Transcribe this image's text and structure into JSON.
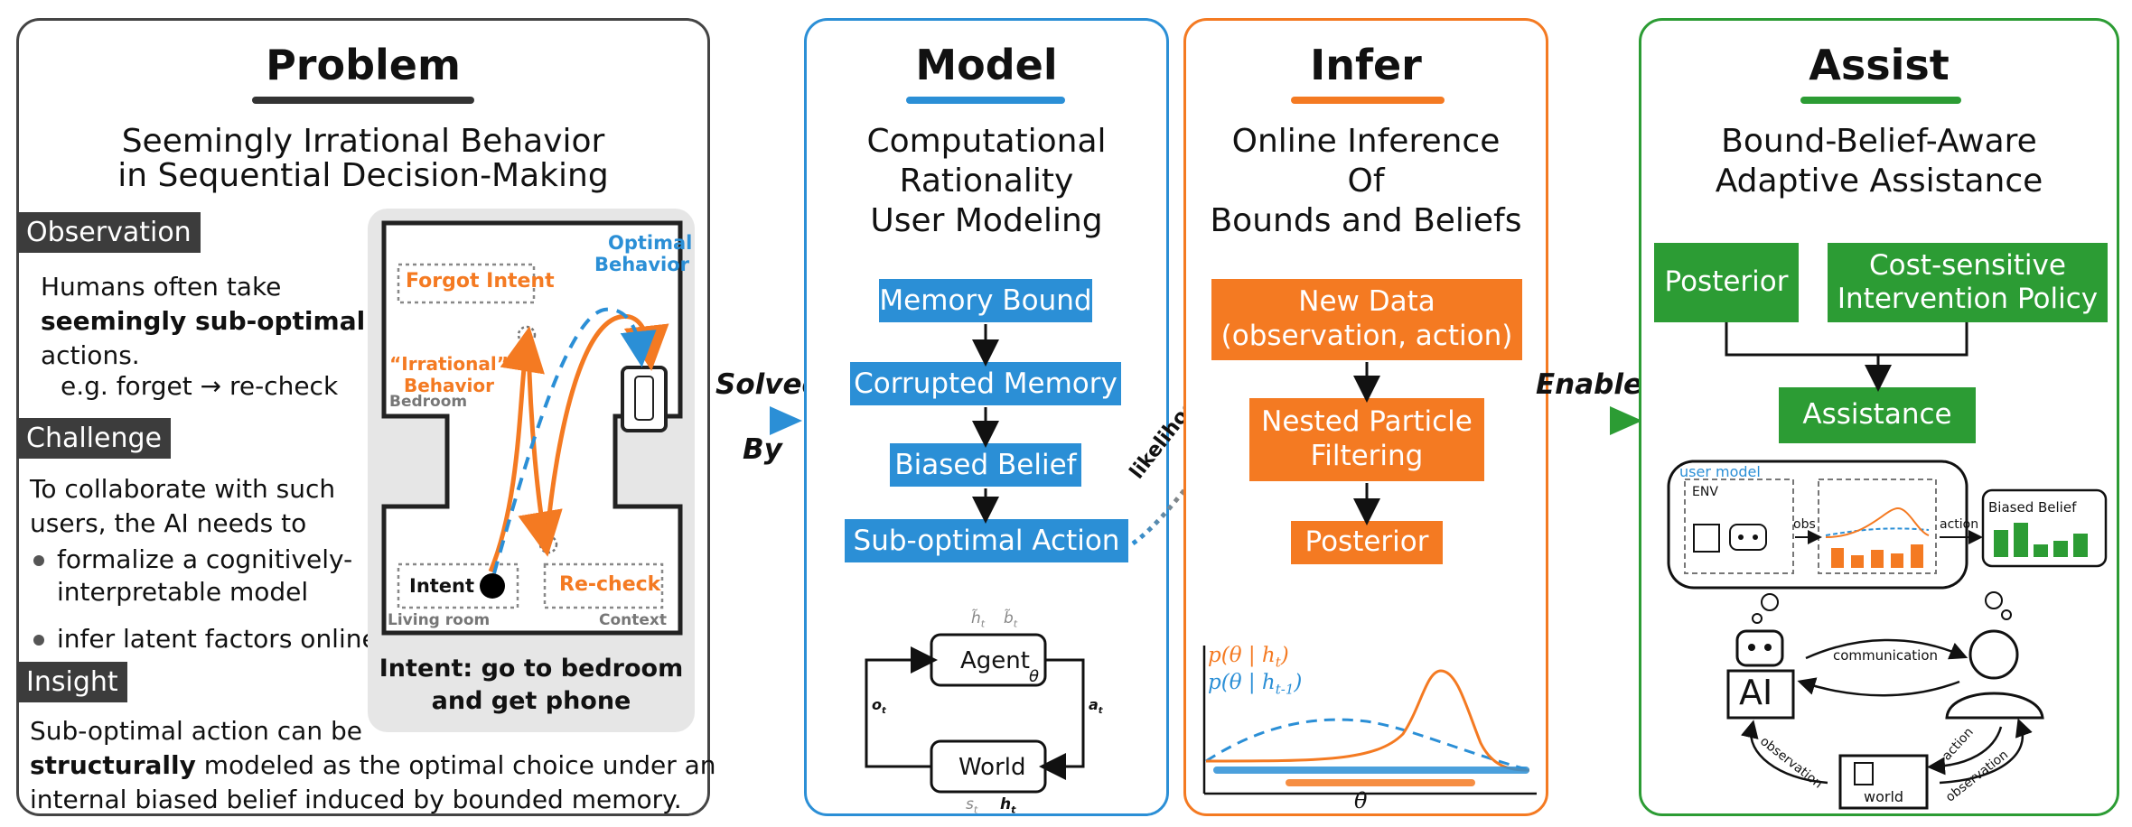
{
  "problem": {
    "title": "Problem",
    "subtitle_line1": "Seemingly Irrational Behavior",
    "subtitle_line2": "in Sequential Decision-Making",
    "observation_tag": "Observation",
    "observation_text1": "Humans often take",
    "observation_bold": "seemingly sub-optimal",
    "observation_text2": "actions.",
    "observation_example": "e.g. forget → re-check",
    "challenge_tag": "Challenge",
    "challenge_line1": "To collaborate with such",
    "challenge_line2": "users, the AI needs to",
    "bullet1_line1": "formalize a cognitively-",
    "bullet1_line2": "interpretable model",
    "bullet2": "infer latent factors online",
    "insight_tag": "Insight",
    "insight_line1": "Sub-optimal action can be",
    "insight_bold": "structurally",
    "insight_line2_rest": "modeled as the optimal choice under an",
    "insight_line3": "internal biased belief induced by bounded memory.",
    "map": {
      "forgot_intent": "Forgot Intent",
      "optimal_line1": "Optimal",
      "optimal_line2": "Behavior",
      "irrational_line1": "“Irrational”",
      "irrational_line2": "Behavior",
      "bedroom": "Bedroom",
      "intent": "Intent",
      "recheck": "Re-check",
      "living_room": "Living room",
      "context": "Context",
      "caption_line1": "Intent: go to bedroom",
      "caption_line2": "and get phone"
    }
  },
  "connector1": {
    "top": "Solved",
    "bottom": "By"
  },
  "model": {
    "title": "Model",
    "subtitle_line1": "Computational",
    "subtitle_line2": "Rationality",
    "subtitle_line3": "User Modeling",
    "boxes": [
      "Memory Bound",
      "Corrupted Memory",
      "Biased Belief",
      "Sub-optimal Action"
    ],
    "agent": "Agent",
    "world": "World",
    "theta": "θ",
    "o_t": "o",
    "a_t": "a",
    "h_tilde": "h̃",
    "b_tilde": "b̃",
    "s_t": "s",
    "h_t": "h",
    "sub_t": "t"
  },
  "likelihood": "likelihood",
  "infer": {
    "title": "Infer",
    "subtitle_line1": "Online Inference",
    "subtitle_line2": "Of",
    "subtitle_line3": "Bounds and Beliefs",
    "box1_line1": "New Data",
    "box1_line2": "(observation,  action)",
    "box2_line1": "Nested Particle",
    "box2_line2": "Filtering",
    "box3": "Posterior",
    "legend1": "p(θ | h",
    "legend1_sub": "t",
    "legend2": "p(θ | h",
    "legend2_sub": "t-1",
    "xlabel": "θ"
  },
  "connector2": {
    "label": "Enables"
  },
  "assist": {
    "title": "Assist",
    "subtitle_line1": "Bound-Belief-Aware",
    "subtitle_line2": "Adaptive Assistance",
    "posterior": "Posterior",
    "policy_line1": "Cost-sensitive",
    "policy_line2": "Intervention Policy",
    "assistance": "Assistance",
    "user_model": "user model",
    "env": "ENV",
    "obs": "obs",
    "action": "action",
    "biased_belief": "Biased Belief",
    "ai": "AI",
    "communication": "communication",
    "observation_left": "observation",
    "action_right": "action",
    "observation_right": "observation",
    "world": "world"
  },
  "colors": {
    "problem_border": "#444444",
    "model_blue": "#2b8fd6",
    "infer_orange": "#f47a22",
    "assist_green": "#2c9c34",
    "dark_tag": "#3c3c3c"
  }
}
